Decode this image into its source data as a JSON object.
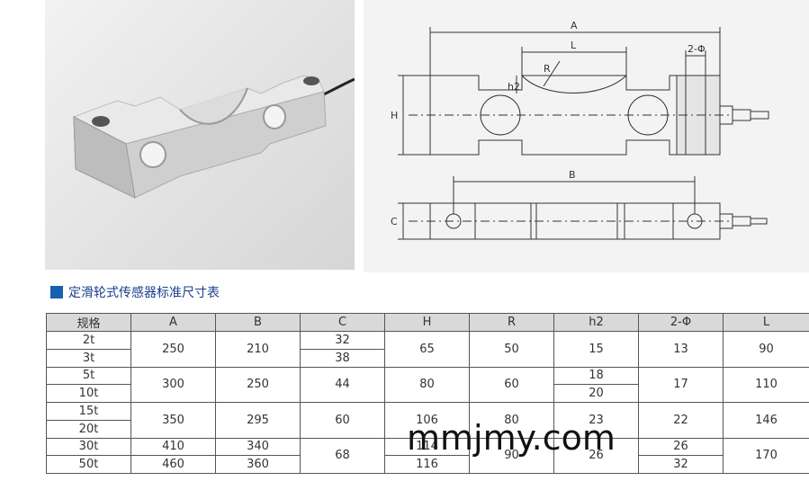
{
  "section_title": "定滑轮式传感器标准尺寸表",
  "drawing_labels": {
    "A": "A",
    "L": "L",
    "R": "R",
    "h2": "h2",
    "H": "H",
    "phi": "2-Φ",
    "B": "B",
    "C": "C"
  },
  "table": {
    "headers": [
      "规格",
      "A",
      "B",
      "C",
      "H",
      "R",
      "h2",
      "2-Φ",
      "L"
    ],
    "capacities": [
      "2t",
      "3t",
      "5t",
      "10t",
      "15t",
      "20t",
      "30t",
      "50t"
    ],
    "groups": [
      {
        "A": "250",
        "B": "210",
        "C": [
          "32",
          "38"
        ],
        "H": "65",
        "R": "50",
        "h2": "15",
        "phi": "13",
        "L": "90"
      },
      {
        "A": "300",
        "B": "250",
        "C": "44",
        "H": "80",
        "R": "60",
        "h2": [
          "18",
          "20"
        ],
        "phi": "17",
        "L": "110"
      },
      {
        "A": "350",
        "B": "295",
        "C": "60",
        "H": "106",
        "R": "80",
        "h2": "23",
        "phi": "22",
        "L": "146"
      },
      {
        "A": [
          "410",
          "460"
        ],
        "B": [
          "340",
          "360"
        ],
        "C": "68",
        "H": [
          "114",
          "116"
        ],
        "R": "90",
        "h2": "26",
        "phi": [
          "26",
          "32"
        ],
        "L": "170"
      }
    ]
  },
  "watermark": "mmjmy.com"
}
